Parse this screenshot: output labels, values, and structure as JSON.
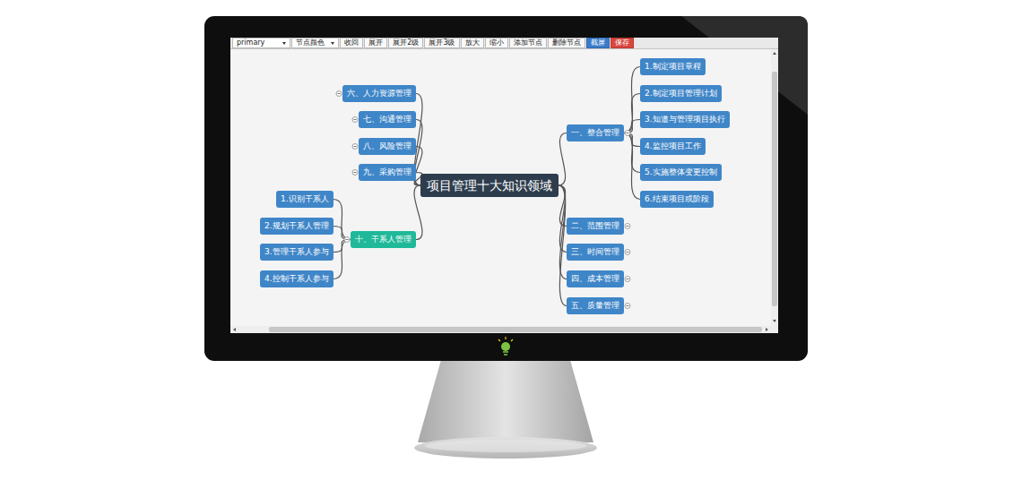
{
  "diagram": {
    "nodes": [
      {
        "text": [
          "项目管理十大知识领域"
        ]
      },
      {
        "text": [
          "一、整合管理"
        ]
      },
      {
        "text": [
          "1.制定项目章程"
        ]
      },
      {
        "text": [
          "2.制定项目管理计划"
        ]
      },
      {
        "text": [
          "3.知道与管理项目执行"
        ]
      },
      {
        "text": [
          "4.监控项目工作"
        ]
      },
      {
        "text": [
          "5.实施整体变更控制"
        ]
      },
      {
        "text": [
          "6.结束项目或阶段"
        ]
      },
      {
        "text": [
          "二、范围管理"
        ]
      },
      {
        "text": [
          "三、时间管理"
        ]
      },
      {
        "text": [
          "四、成本管理"
        ]
      },
      {
        "text": [
          "五、质量管理"
        ]
      },
      {
        "text": [
          "六、人力资源管理"
        ]
      },
      {
        "text": [
          "七、沟通管理"
        ]
      },
      {
        "text": [
          "八、风险管理"
        ]
      },
      {
        "text": [
          "九、采购管理"
        ]
      },
      {
        "text": [
          "十、干系人管理"
        ]
      },
      {
        "text": [
          "1.识别干系人"
        ]
      },
      {
        "text": [
          "2.规划干系人管理"
        ]
      },
      {
        "text": [
          "3.管理干系人参与"
        ]
      },
      {
        "text": [
          "4.控制干系人参与"
        ]
      }
    ],
    "edges": [
      {
        "from": 0,
        "to": 1,
        "arrow": "none"
      },
      {
        "from": 0,
        "to": 8,
        "arrow": "none"
      },
      {
        "from": 0,
        "to": 9,
        "arrow": "none"
      },
      {
        "from": 0,
        "to": 10,
        "arrow": "none"
      },
      {
        "from": 0,
        "to": 11,
        "arrow": "none"
      },
      {
        "from": 0,
        "to": 12,
        "arrow": "none"
      },
      {
        "from": 0,
        "to": 13,
        "arrow": "none"
      },
      {
        "from": 0,
        "to": 14,
        "arrow": "none"
      },
      {
        "from": 0,
        "to": 15,
        "arrow": "none"
      },
      {
        "from": 0,
        "to": 16,
        "arrow": "none"
      },
      {
        "from": 1,
        "to": 2,
        "arrow": "none"
      },
      {
        "from": 1,
        "to": 3,
        "arrow": "none"
      },
      {
        "from": 1,
        "to": 4,
        "arrow": "none"
      },
      {
        "from": 1,
        "to": 5,
        "arrow": "none"
      },
      {
        "from": 1,
        "to": 6,
        "arrow": "none"
      },
      {
        "from": 1,
        "to": 7,
        "arrow": "none"
      },
      {
        "from": 16,
        "to": 17,
        "arrow": "none"
      },
      {
        "from": 16,
        "to": 18,
        "arrow": "none"
      },
      {
        "from": 16,
        "to": 19,
        "arrow": "none"
      },
      {
        "from": 16,
        "to": 20,
        "arrow": "none"
      }
    ],
    "labels": [
      "primary",
      "节点颜色",
      "收回",
      "展开",
      "展开2级",
      "展开3级",
      "放大",
      "缩小",
      "添加节点",
      "删除节点",
      "截屏",
      "保存"
    ]
  }
}
